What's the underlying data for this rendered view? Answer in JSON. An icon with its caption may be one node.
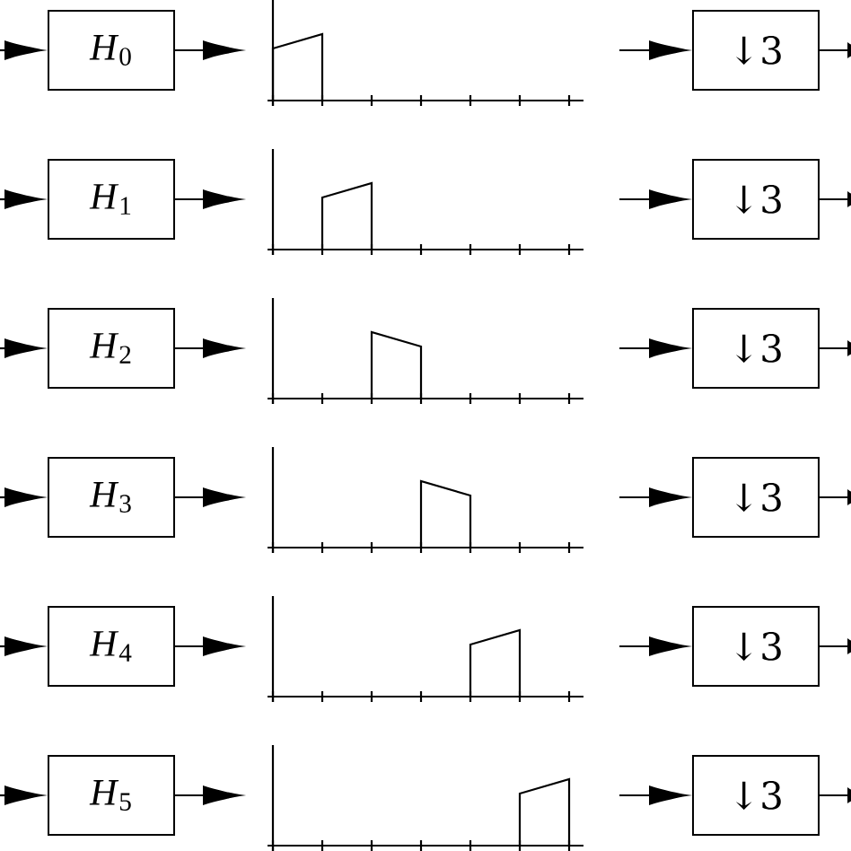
{
  "diagram": {
    "nodes": [
      {
        "text": [
          "*H*$_{0}$"
        ]
      },
      {
        "text": [
          "↓3"
        ]
      },
      {
        "text": [
          "*H*$_{1}$"
        ]
      },
      {
        "text": [
          "↓3"
        ]
      },
      {
        "text": [
          "*H*$_{2}$"
        ]
      },
      {
        "text": [
          "↓3"
        ]
      },
      {
        "text": [
          "*H*$_{3}$"
        ]
      },
      {
        "text": [
          "↓3"
        ]
      },
      {
        "text": [
          "*H*$_{4}$"
        ]
      },
      {
        "text": [
          "↓3"
        ]
      },
      {
        "text": [
          "*H*$_{5}$"
        ]
      },
      {
        "text": [
          "↓3"
        ]
      }
    ],
    "edges": [
      {
        "from": null,
        "to": 0,
        "arrow": "to"
      },
      {
        "from": 0,
        "to": null,
        "arrow": "to"
      },
      {
        "from": null,
        "to": 1,
        "arrow": "to"
      },
      {
        "from": 1,
        "to": null,
        "arrow": "to"
      },
      {
        "from": null,
        "to": 2,
        "arrow": "to"
      },
      {
        "from": 2,
        "to": null,
        "arrow": "to"
      },
      {
        "from": null,
        "to": 3,
        "arrow": "to"
      },
      {
        "from": 3,
        "to": null,
        "arrow": "to"
      },
      {
        "from": null,
        "to": 4,
        "arrow": "to"
      },
      {
        "from": 4,
        "to": null,
        "arrow": "to"
      },
      {
        "from": null,
        "to": 5,
        "arrow": "to"
      },
      {
        "from": 5,
        "to": null,
        "arrow": "to"
      },
      {
        "from": null,
        "to": 6,
        "arrow": "to"
      },
      {
        "from": 6,
        "to": null,
        "arrow": "to"
      },
      {
        "from": null,
        "to": 7,
        "arrow": "to"
      },
      {
        "from": 7,
        "to": null,
        "arrow": "to"
      },
      {
        "from": null,
        "to": 8,
        "arrow": "to"
      },
      {
        "from": 8,
        "to": null,
        "arrow": "to"
      },
      {
        "from": null,
        "to": 9,
        "arrow": "to"
      },
      {
        "from": 9,
        "to": null,
        "arrow": "to"
      },
      {
        "from": null,
        "to": 10,
        "arrow": "to"
      },
      {
        "from": 10,
        "to": null,
        "arrow": "to"
      },
      {
        "from": null,
        "to": 11,
        "arrow": "to"
      },
      {
        "from": 11,
        "to": null,
        "arrow": "to"
      }
    ]
  }
}
